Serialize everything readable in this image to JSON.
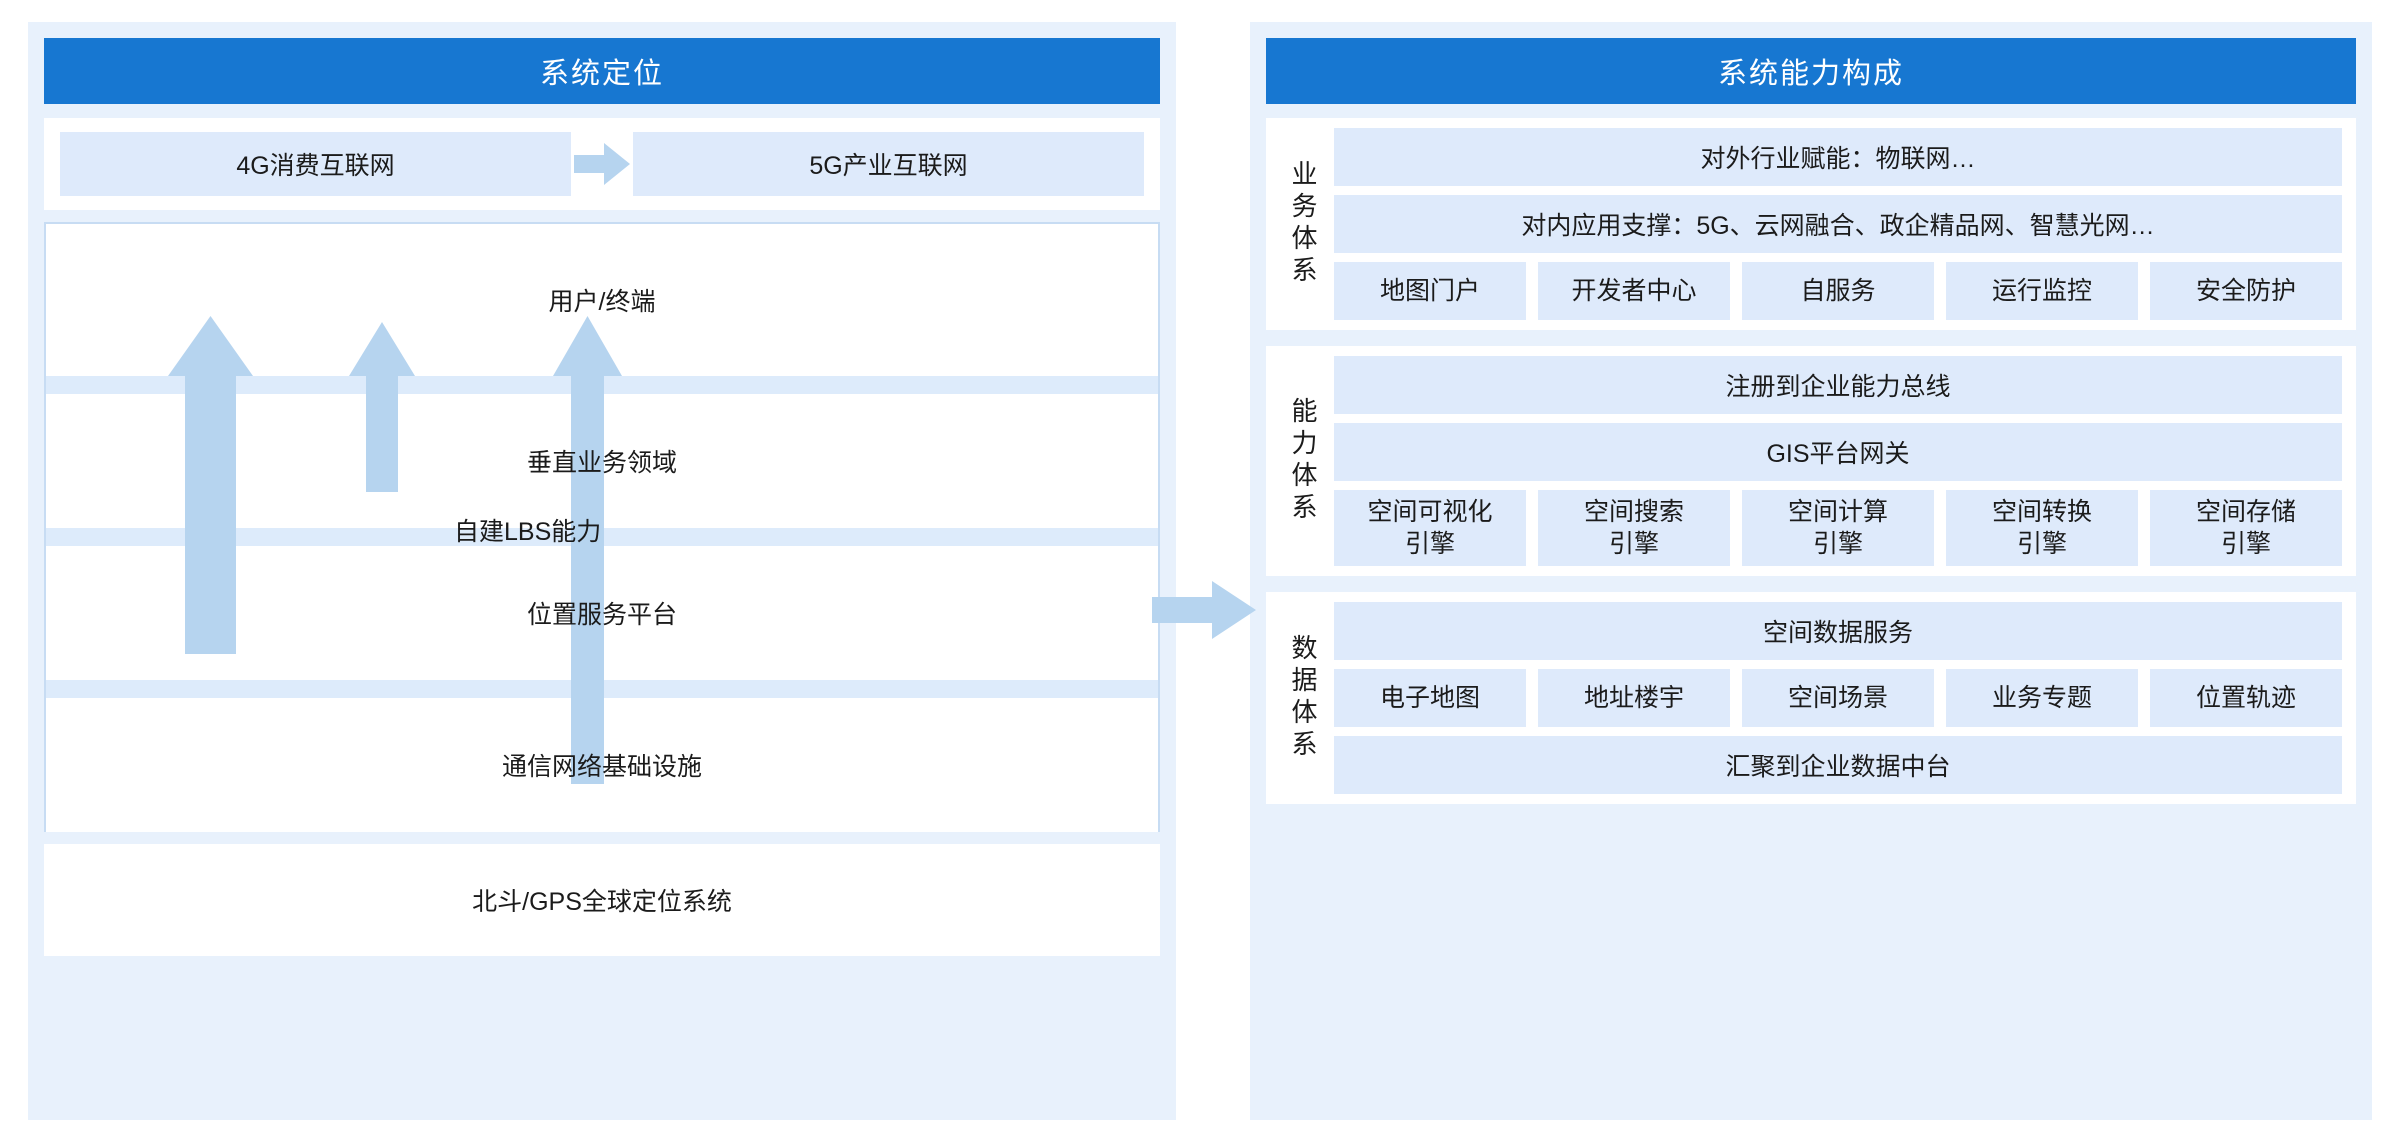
{
  "left_panel": {
    "title": "系统定位",
    "migration": {
      "from": "4G消费互联网",
      "to": "5G产业互联网",
      "arrow_icon": "arrow-right-icon"
    },
    "stack_layers": [
      {
        "label": "用户/终端"
      },
      {
        "label": "垂直业务领域"
      },
      {
        "label": "位置服务平台"
      },
      {
        "label": "通信网络基础设施"
      }
    ],
    "lbs_note": "自建LBS能力",
    "arrows": [
      {
        "name": "arrow-up-left",
        "icon": "arrow-up-icon"
      },
      {
        "name": "arrow-up-middle",
        "icon": "arrow-up-icon"
      },
      {
        "name": "arrow-up-right",
        "icon": "arrow-up-icon"
      }
    ],
    "foundation": "北斗/GPS全球定位系统"
  },
  "inter_panel_arrow": {
    "icon": "arrow-right-icon"
  },
  "right_panel": {
    "title": "系统能力构成",
    "sections": [
      {
        "vertical_label": "业务体系",
        "wide_rows": [
          "对外行业赋能：物联网…",
          "对内应用支撑：5G、云网融合、政企精品网、智慧光网…"
        ],
        "chips": [
          "地图门户",
          "开发者中心",
          "自服务",
          "运行监控",
          "安全防护"
        ],
        "bottom_rows": []
      },
      {
        "vertical_label": "能力体系",
        "wide_rows": [
          "注册到企业能力总线",
          "GIS平台网关"
        ],
        "chips": [
          "空间可视化\n引擎",
          "空间搜索\n引擎",
          "空间计算\n引擎",
          "空间转换\n引擎",
          "空间存储\n引擎"
        ],
        "bottom_rows": []
      },
      {
        "vertical_label": "数据体系",
        "wide_rows": [
          "空间数据服务"
        ],
        "chips": [
          "电子地图",
          "地址楼宇",
          "空间场景",
          "业务专题",
          "位置轨迹"
        ],
        "bottom_rows": [
          "汇聚到企业数据中台"
        ]
      }
    ]
  },
  "colors": {
    "header_blue": "#1777d1",
    "panel_bg": "#e8f1fc",
    "box_fill": "#deeafb",
    "band": "#ddebfb",
    "arrow_fill": "#b6d4ef",
    "card_bg": "#ffffff",
    "text": "#1b1b1b"
  }
}
